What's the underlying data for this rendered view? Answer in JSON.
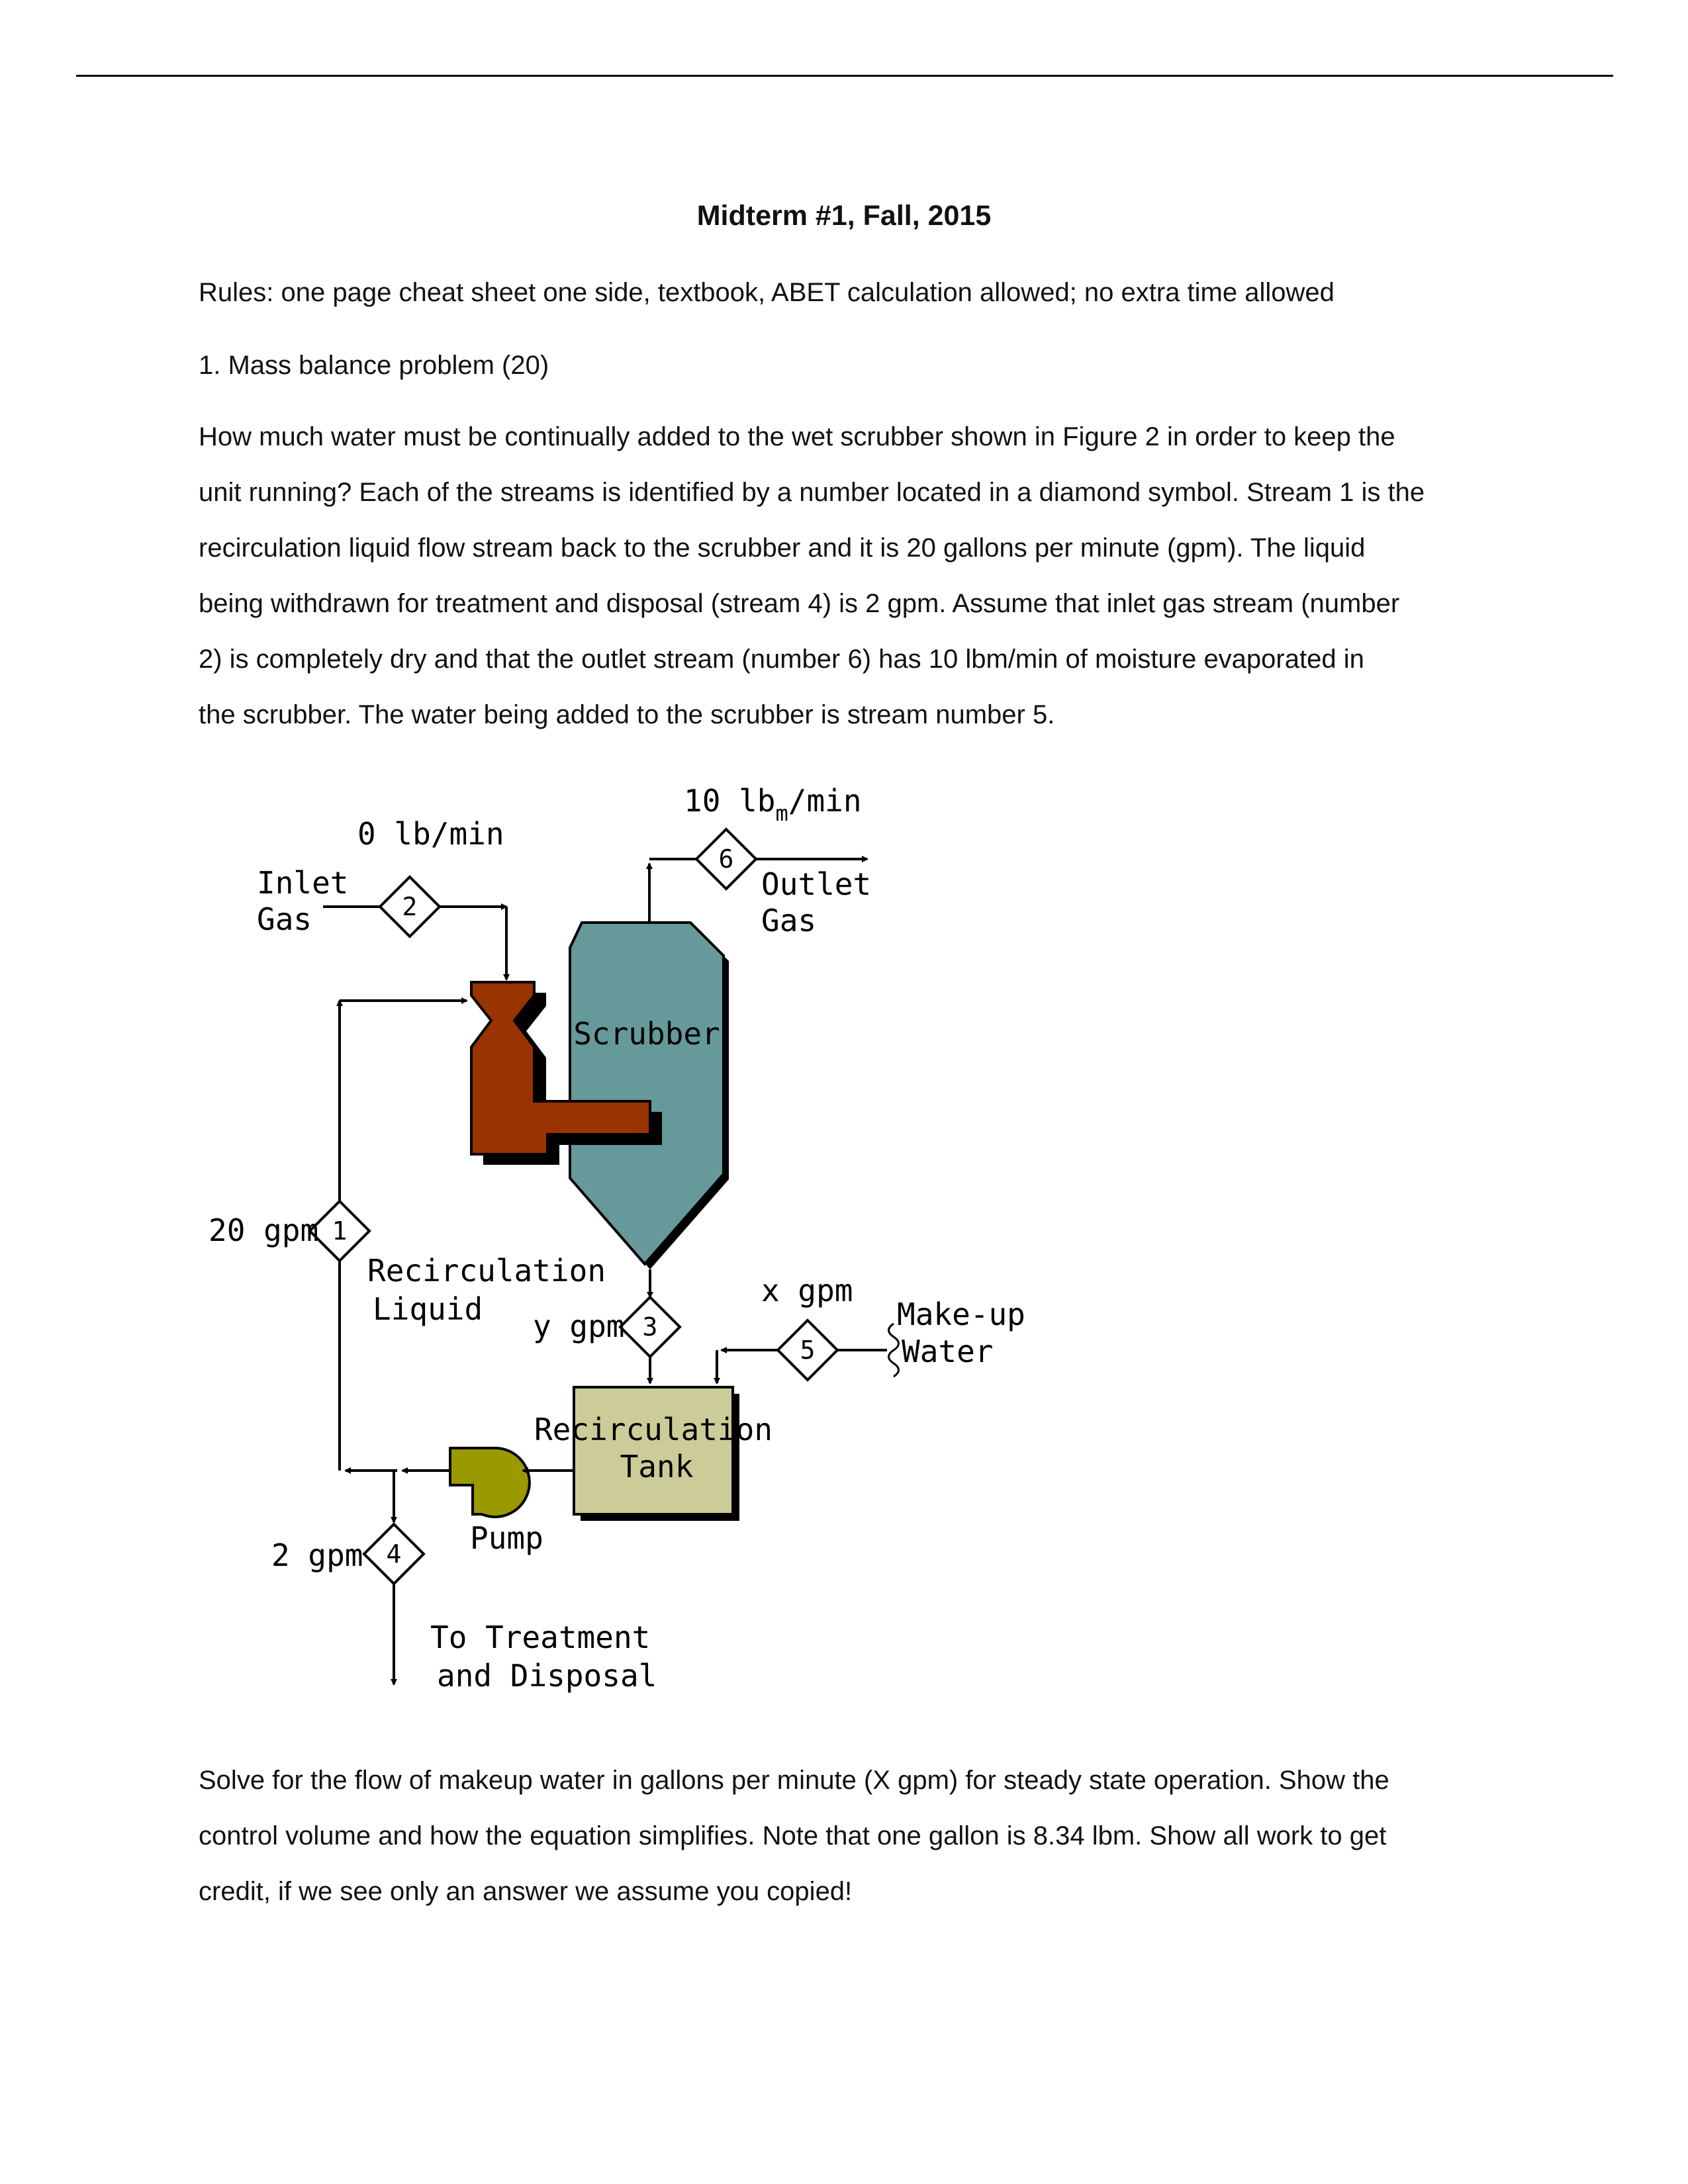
{
  "document": {
    "title": "Midterm  #1, Fall, 2015",
    "rules": "Rules:  one page cheat sheet one side, textbook, ABET calculation allowed; no extra time allowed",
    "problem_heading": "1. Mass balance problem (20)",
    "problem_lines": [
      "How much water must be continually added to the wet scrubber shown in Figure 2 in order to keep the",
      "unit running? Each of the streams is identified by a number located in a diamond symbol. Stream 1 is the",
      "recirculation liquid flow stream back to the scrubber and it is 20 gallons per minute (gpm). The liquid",
      "being withdrawn for treatment and disposal (stream 4) is 2 gpm. Assume that inlet gas stream (number",
      "2) is completely dry and that the outlet stream (number 6) has 10 lbm/min of moisture evaporated in",
      "the scrubber. The water being added to the scrubber is stream number 5."
    ],
    "solve_lines": [
      "Solve for the flow of makeup water in gallons per minute (X gpm) for steady state operation. Show the",
      "control volume and how the equation simplifies. Note that one gallon is 8.34 lbm. Show all work to get",
      "credit, if we see only an answer we assume you copied!"
    ]
  },
  "figure": {
    "stream_labels": {
      "inlet_flow": "0 lb/min",
      "outlet_flow_num": "10  lb",
      "outlet_flow_sub": "m",
      "outlet_flow_unit": "/min",
      "recirc_flow": "20 gpm",
      "tank_inlet_flow": "y gpm",
      "makeup_flow": "x gpm",
      "disposal_flow": "2 gpm"
    },
    "labels": {
      "inlet_gas_1": "Inlet",
      "inlet_gas_2": "Gas",
      "outlet_gas_1": "Outlet",
      "outlet_gas_2": "Gas",
      "scrubber": "Scrubber",
      "recirc_liquid_1": "Recirculation",
      "recirc_liquid_2": "Liquid",
      "makeup_1": "Make-up",
      "makeup_2": "Water",
      "tank_1": "Recirculation",
      "tank_2": "Tank",
      "pump": "Pump",
      "disposal_1": "To Treatment",
      "disposal_2": "and Disposal"
    },
    "stream_numbers": [
      "1",
      "2",
      "3",
      "4",
      "5",
      "6"
    ],
    "colors": {
      "scrubber": "#669999",
      "venturi": "#993300",
      "pump": "#999900",
      "tank": "#CCCC99"
    }
  }
}
